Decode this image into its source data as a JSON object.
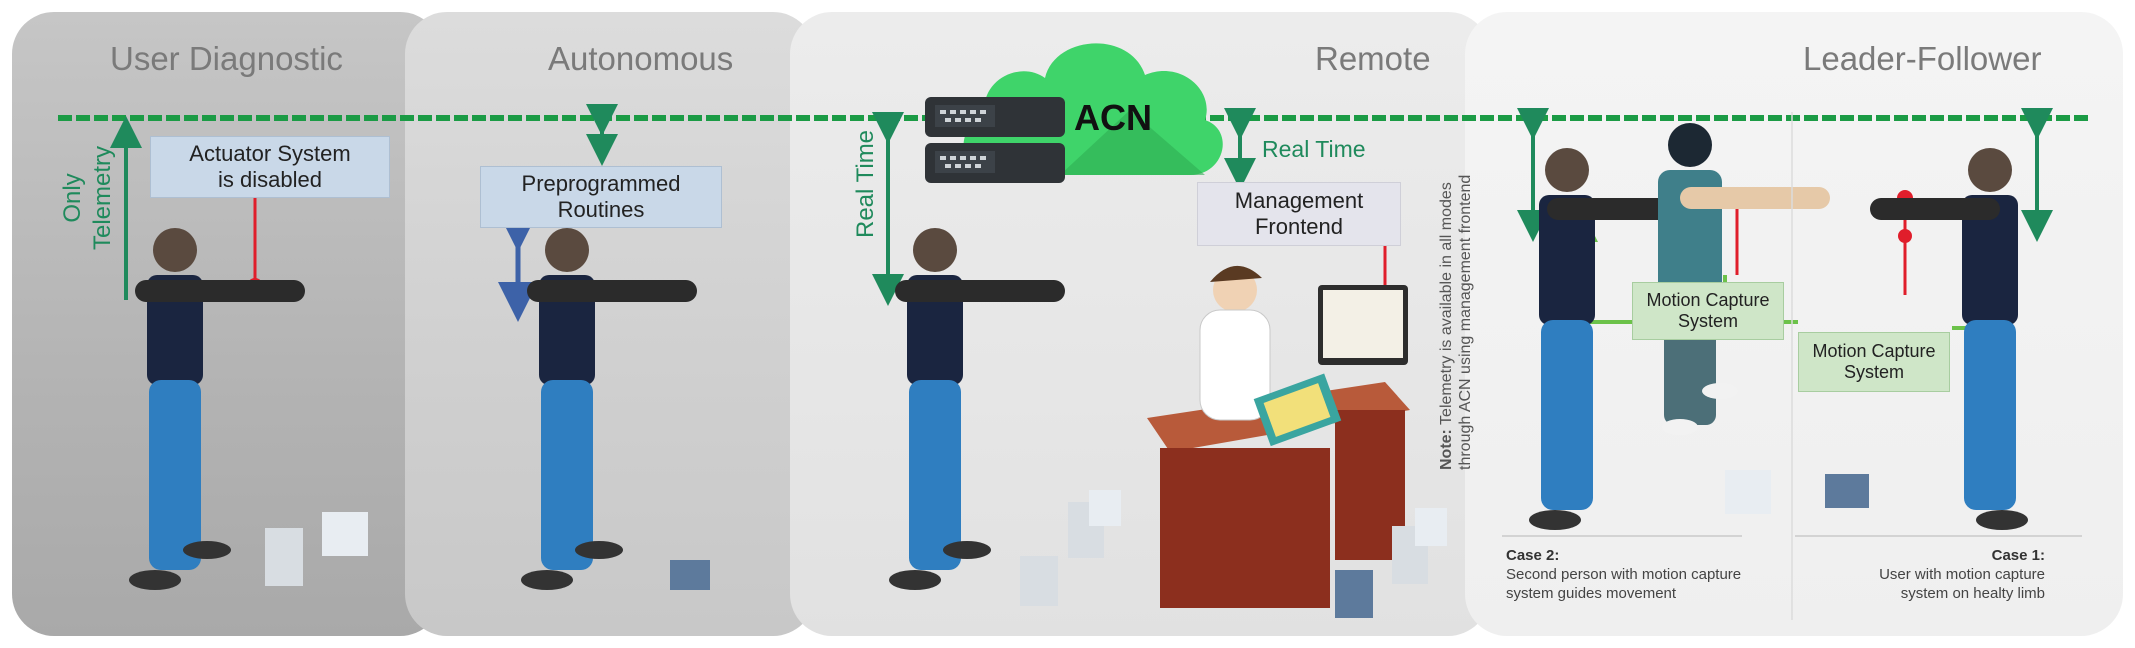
{
  "panels": {
    "user_diagnostic": {
      "title": "User Diagnostic",
      "actuator_label": "Actuator System\nis disabled",
      "telemetry_label": "Only\nTelemetry"
    },
    "autonomous": {
      "title": "Autonomous",
      "routines_label": "Preprogrammed\nRoutines"
    },
    "remote": {
      "title": "Remote",
      "acn_label": "ACN",
      "real_time_left": "Real Time",
      "real_time_right": "Real Time",
      "frontend_label": "Management\nFrontend",
      "note_bold": "Note:",
      "note_text": " Telemetry is available in all modes through ACN using management frontend"
    },
    "leader_follower": {
      "title": "Leader-Follower",
      "mocap_label_a": "Motion Capture\nSystem",
      "mocap_label_b": "Motion Capture\nSystem",
      "case2_title": "Case 2:",
      "case2_text": "Second person with motion capture system guides movement",
      "case1_title": "Case 1:",
      "case1_text": "User with motion capture system on healty limb"
    }
  },
  "colors": {
    "network_green": "#1b9b45",
    "arrow_green": "#1f8a5c",
    "cloud_green": "#3fd46a",
    "marker_red": "#e01e2b",
    "arrow_blue": "#3d62a8"
  }
}
